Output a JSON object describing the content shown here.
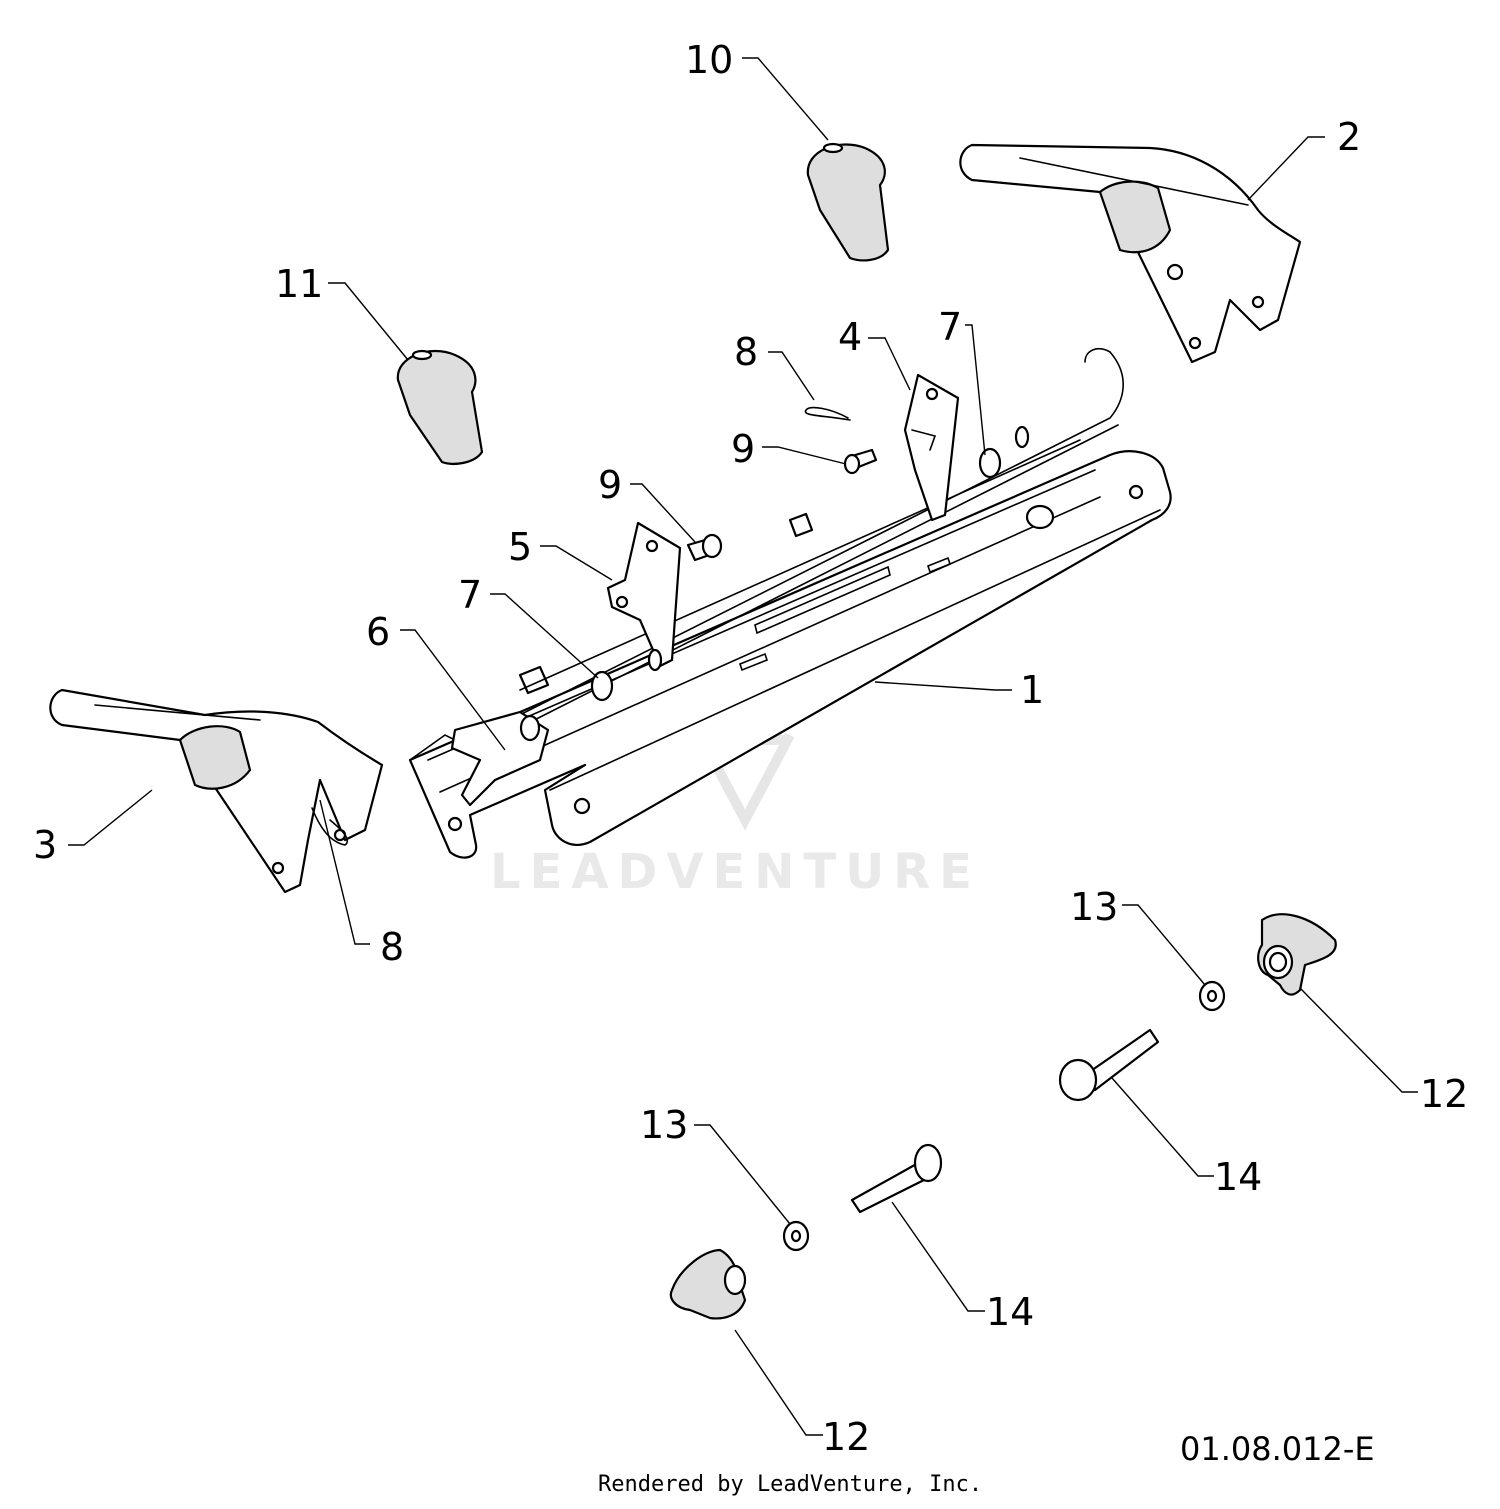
{
  "callouts": [
    {
      "id": "c10",
      "label": "10"
    },
    {
      "id": "c2",
      "label": "2"
    },
    {
      "id": "c11",
      "label": "11"
    },
    {
      "id": "c8a",
      "label": "8"
    },
    {
      "id": "c4",
      "label": "4"
    },
    {
      "id": "c7a",
      "label": "7"
    },
    {
      "id": "c9a",
      "label": "9"
    },
    {
      "id": "c9b",
      "label": "9"
    },
    {
      "id": "c5",
      "label": "5"
    },
    {
      "id": "c7b",
      "label": "7"
    },
    {
      "id": "c6",
      "label": "6"
    },
    {
      "id": "c1",
      "label": "1"
    },
    {
      "id": "c3",
      "label": "3"
    },
    {
      "id": "c8b",
      "label": "8"
    },
    {
      "id": "c13a",
      "label": "13"
    },
    {
      "id": "c12a",
      "label": "12"
    },
    {
      "id": "c14a",
      "label": "14"
    },
    {
      "id": "c13b",
      "label": "13"
    },
    {
      "id": "c14b",
      "label": "14"
    },
    {
      "id": "c12b",
      "label": "12"
    }
  ],
  "watermark": "LEADVENTURE",
  "drawing_id": "01.08.012-E",
  "footer": "Rendered by LeadVenture, Inc."
}
